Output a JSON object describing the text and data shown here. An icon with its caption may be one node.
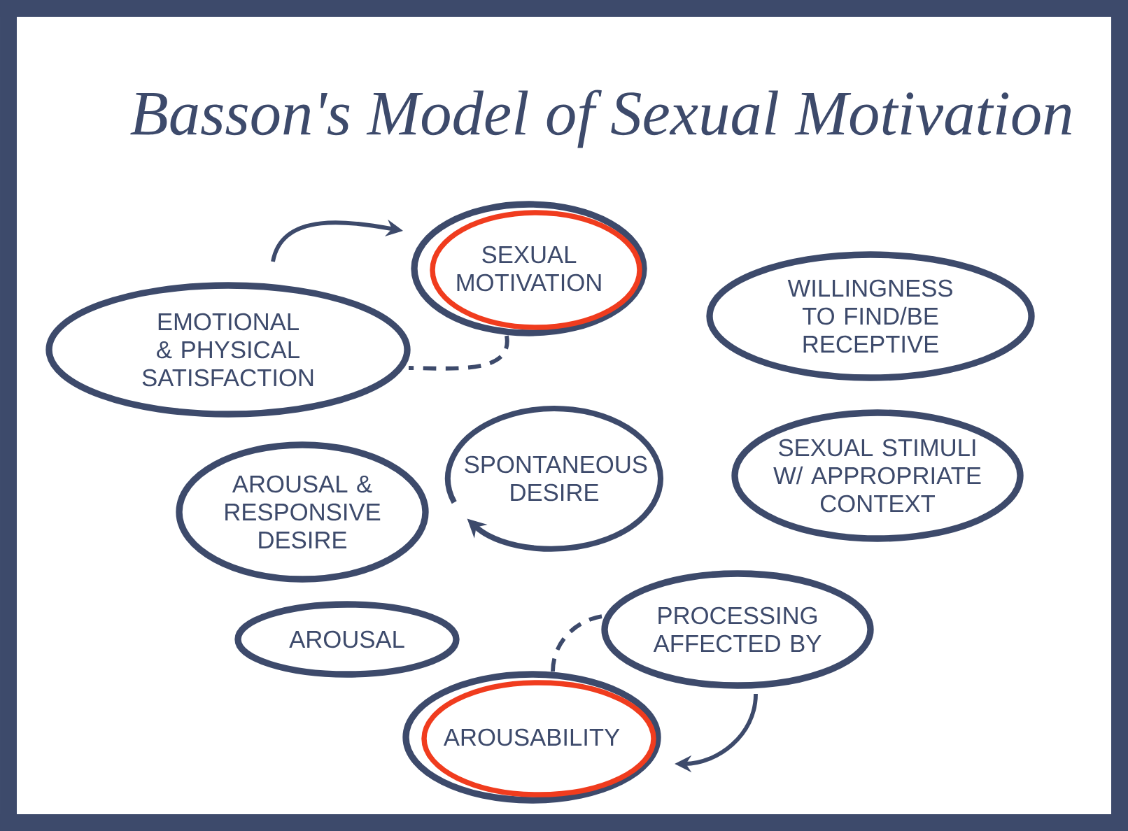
{
  "diagram": {
    "title": "Basson's Model of Sexual Motivation",
    "nodes": [
      {
        "text": [
          "SEXUAL MOTIVATION"
        ]
      },
      {
        "text": [
          "EMOTIONAL & PHYSICAL SATISFACTION"
        ]
      },
      {
        "text": [
          "WILLINGNESS TO FIND/BE RECEPTIVE"
        ]
      },
      {
        "text": [
          "AROUSAL & RESPONSIVE DESIRE"
        ]
      },
      {
        "text": [
          "SPONTANEOUS DESIRE"
        ]
      },
      {
        "text": [
          "SEXUAL STIMULI W/ APPROPRIATE CONTEXT"
        ]
      },
      {
        "text": [
          "AROUSAL"
        ]
      },
      {
        "text": [
          "PROCESSING AFFECTED BY"
        ]
      },
      {
        "text": [
          "AROUSABILITY"
        ]
      }
    ],
    "edges": [
      {
        "from": 1,
        "to": 0,
        "arrow": "to"
      },
      {
        "from": 0,
        "to": 1,
        "arrow": "none",
        "style": "dashed"
      },
      {
        "from": 7,
        "to": 8,
        "arrow": "to"
      },
      {
        "from": 8,
        "to": 7,
        "arrow": "none",
        "style": "dashed"
      }
    ]
  }
}
